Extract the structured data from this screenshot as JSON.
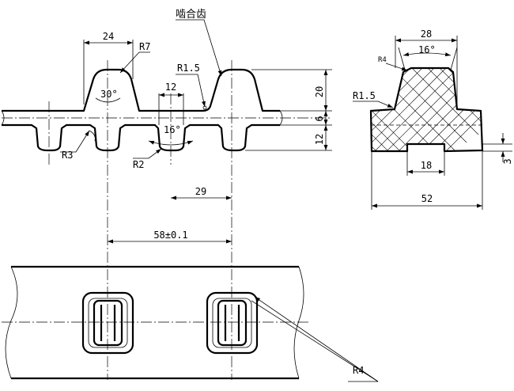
{
  "labels": {
    "mesh_teeth": "啮合齿",
    "d_24": "24",
    "r7": "R7",
    "a_30": "30°",
    "r1_5_left": "R1.5",
    "d_12": "12",
    "d_20": "20",
    "d_6": "6",
    "d_12_right": "12",
    "a_16_left": "16°",
    "r3": "R3",
    "r2": "R2",
    "d_29": "29",
    "d_58": "58±0.1",
    "d_28": "28",
    "a_16_right": "16°",
    "r4_small": "R4",
    "r1_5_right": "R1.5",
    "d_18": "18",
    "d_3": "3",
    "d_52": "52",
    "r4_bottom": "R4"
  }
}
